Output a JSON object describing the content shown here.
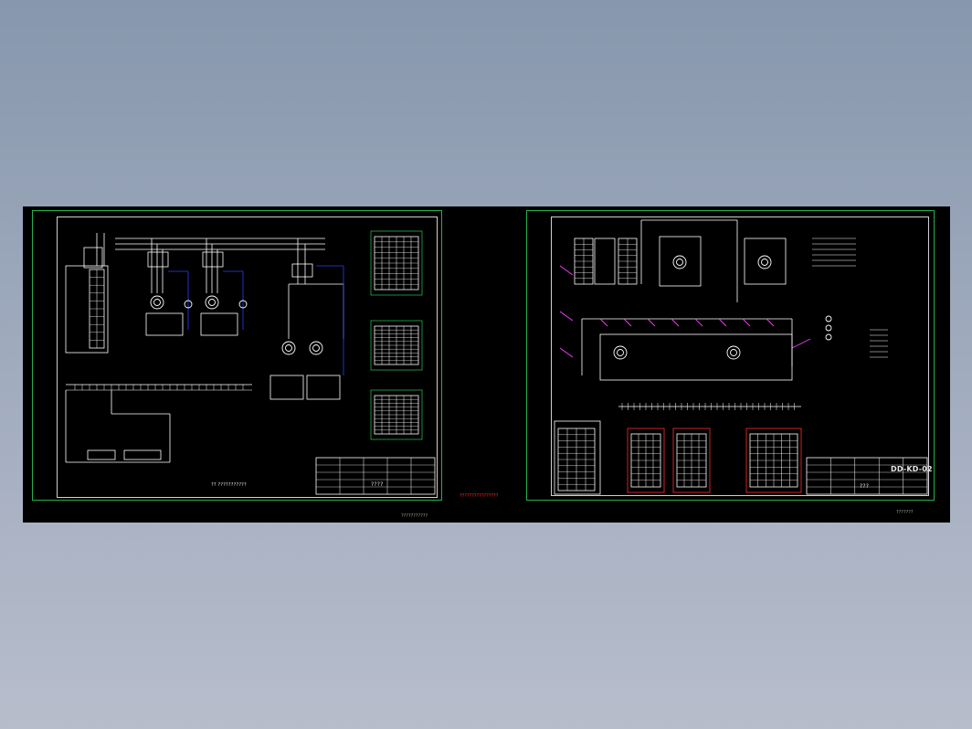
{
  "sheets": [
    {
      "id": "left",
      "title_block_label": "????",
      "bottom_note": "?? ???????????",
      "footer_note": "???????????"
    },
    {
      "id": "right",
      "drawing_code": "DD-KD-02",
      "title_block_label": "???",
      "footer_note": "???????"
    }
  ],
  "center_note": "????????????????",
  "colors": {
    "frame": "#22b14c",
    "line": "#ffffff",
    "accent_blue": "#2440ff",
    "accent_magenta": "#ff3cff",
    "accent_red": "#ff2d2d",
    "panel_green": "#22b14c"
  }
}
